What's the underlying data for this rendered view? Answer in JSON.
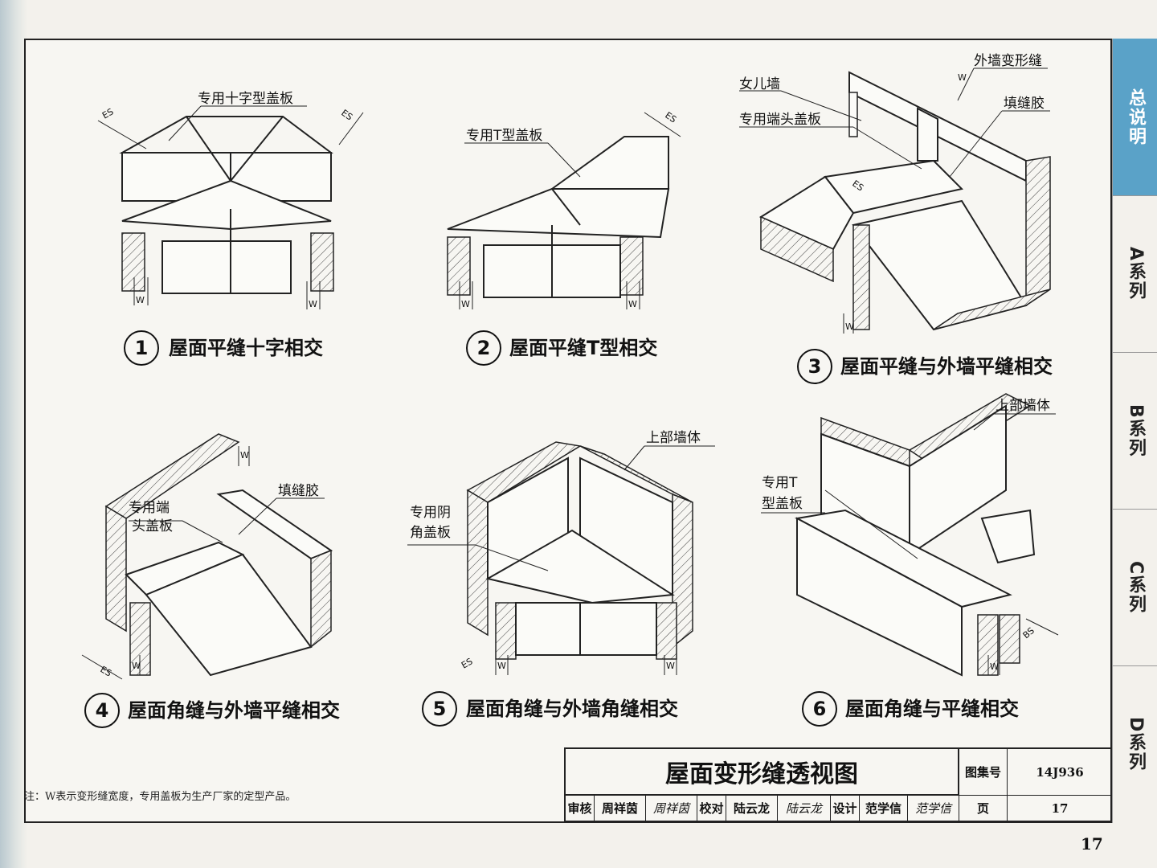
{
  "figures": [
    {
      "num": "1",
      "caption": "屋面平缝十字相交",
      "labels": [
        "专用十字型盖板",
        "ES",
        "ES",
        "W",
        "W"
      ]
    },
    {
      "num": "2",
      "caption": "屋面平缝T型相交",
      "labels": [
        "专用T型盖板",
        "ES",
        "W",
        "W"
      ]
    },
    {
      "num": "3",
      "caption": "屋面平缝与外墙平缝相交",
      "labels": [
        "女儿墙",
        "外墙变形缝",
        "填缝胶",
        "专用端头盖板",
        "ES",
        "W",
        "W"
      ]
    },
    {
      "num": "4",
      "caption": "屋面角缝与外墙平缝相交",
      "labels": [
        "专用端",
        "头盖板",
        "填缝胶",
        "W",
        "ES",
        "W"
      ]
    },
    {
      "num": "5",
      "caption": "屋面角缝与外墙角缝相交",
      "labels": [
        "上部墙体",
        "专用阴",
        "角盖板",
        "ES",
        "W",
        "W"
      ]
    },
    {
      "num": "6",
      "caption": "屋面角缝与平缝相交",
      "labels": [
        "上部墙体",
        "专用T",
        "型盖板",
        "BS",
        "W"
      ]
    }
  ],
  "sidebar": {
    "tabs": [
      "总说明",
      "A系列",
      "B系列",
      "C系列",
      "D系列"
    ]
  },
  "title_block": {
    "title": "屋面变形缝透视图",
    "atlas_label": "图集号",
    "atlas_no": "14J936",
    "page_label": "页",
    "page_no": "17",
    "review_label": "审核",
    "reviewer": "周祥茵",
    "reviewer_sign": "周祥茵",
    "check_label": "校对",
    "checker": "陆云龙",
    "checker_sign": "陆云龙",
    "design_label": "设计",
    "designer": "范学信",
    "designer_sign": "范学信"
  },
  "note": "注：W表示变形缝宽度，专用盖板为生产厂家的定型产品。",
  "page_number": "17",
  "colors": {
    "active_tab": "#5aa2c8",
    "ink": "#111111"
  }
}
